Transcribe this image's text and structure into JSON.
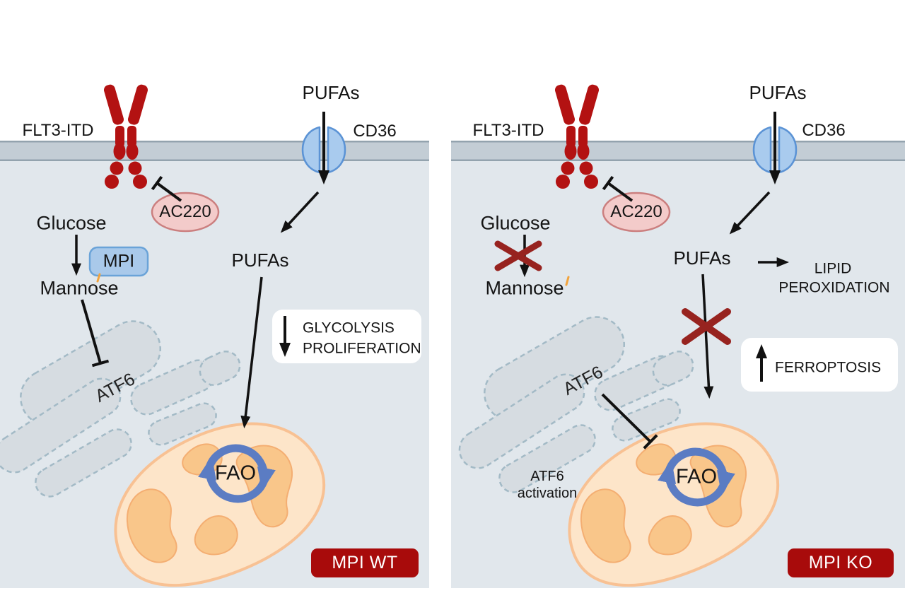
{
  "left": {
    "flt3": "FLT3-ITD",
    "pufas_top": "PUFAs",
    "cd36": "CD36",
    "ac220": "AC220",
    "glucose": "Glucose",
    "mpi": "MPI",
    "mannose": "Mannose",
    "atf6": "ATF6",
    "pufas": "PUFAs",
    "fao": "FAO",
    "box_line1": "GLYCOLYSIS",
    "box_line2": "PROLIFERATION",
    "badge": "MPI WT"
  },
  "right": {
    "flt3": "FLT3-ITD",
    "pufas_top": "PUFAs",
    "cd36": "CD36",
    "ac220": "AC220",
    "glucose": "Glucose",
    "mannose": "Mannose",
    "atf6": "ATF6",
    "pufas": "PUFAs",
    "lipid_line1": "LIPID",
    "lipid_line2": "PEROXIDATION",
    "box_line1": "FERROPTOSIS",
    "atf6_act_line1": "ATF6",
    "atf6_act_line2": "activation",
    "fao": "FAO",
    "badge": "MPI KO"
  },
  "colors": {
    "cell_bg": "#e1e7ec",
    "membrane": "#c3cdd5",
    "membrane_edge": "#93a3ae",
    "receptor_red": "#b31212",
    "badge_red": "#a80b0b",
    "cross_red": "#97231f",
    "transporter_fill": "#a9cbee",
    "transporter_stroke": "#5b93d5",
    "enzyme_fill": "#a9c9ea",
    "enzyme_stroke": "#6aa3d8",
    "inhibitor_fill": "#f3cbca",
    "inhibitor_stroke": "#cb7f7f",
    "er_fill": "#d6dce1",
    "er_stroke": "#a3bac6",
    "mito_fill": "#fde5c9",
    "mito_stroke": "#f8c193",
    "cristae_fill": "#f9c68a",
    "cristae_stroke": "#f4ae72",
    "cycle_blue": "#5b7cc3",
    "spark_orange": "#f2a33c"
  }
}
